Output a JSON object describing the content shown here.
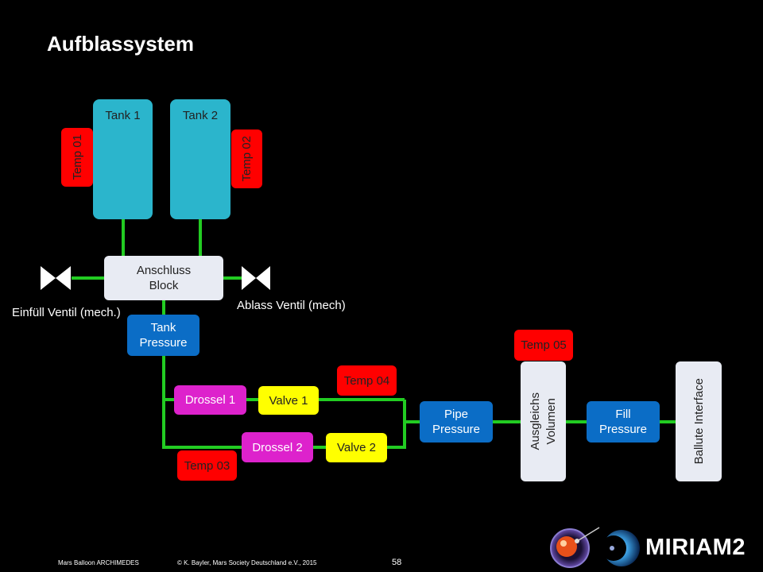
{
  "title": "Aufblassystem",
  "tanks": {
    "tank1": "Tank 1",
    "tank2": "Tank 2"
  },
  "temps": {
    "t01": "Temp 01",
    "t02": "Temp 02",
    "t03": "Temp 03",
    "t04": "Temp 04",
    "t05": "Temp 05"
  },
  "anschluss": {
    "line1": "Anschluss",
    "line2": "Block"
  },
  "tank_pressure": {
    "line1": "Tank",
    "line2": "Pressure"
  },
  "pipe_pressure": {
    "line1": "Pipe",
    "line2": "Pressure"
  },
  "fill_pressure": {
    "line1": "Fill",
    "line2": "Pressure"
  },
  "drossel1": "Drossel 1",
  "drossel2": "Drossel 2",
  "valve1": "Valve 1",
  "valve2": "Valve 2",
  "ausgleichs": {
    "line1": "Ausgleichs",
    "line2": "Volumen"
  },
  "ballute": "Ballute Interface",
  "einfuell_label": "Einfüll Ventil (mech.)",
  "ablass_label": "Ablass Ventil (mech)",
  "footer": {
    "left": "Mars Balloon ARCHIMEDES",
    "copyright": "© K. Bayler, Mars Society Deutschland e.V., 2015",
    "page": "58"
  },
  "logo_text": "MIRIAM2",
  "colors": {
    "pipe": "#22cc22",
    "tank": "#2bb5cc",
    "sensor": "#0b6dc6",
    "temp": "#ff0000",
    "drossel": "#dd22cc",
    "valve": "#ffff00"
  }
}
